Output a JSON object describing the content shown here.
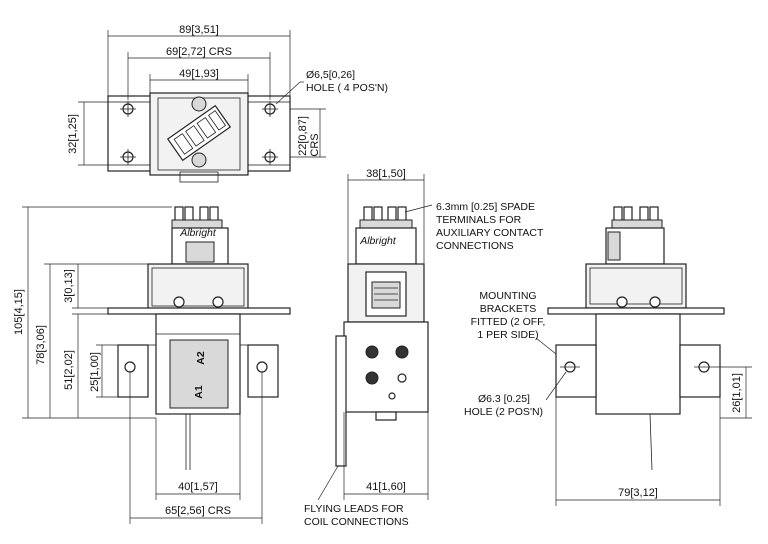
{
  "dimensions": {
    "top_overall_width": "89[3,51]",
    "top_hole_crs": "69[2,72] CRS",
    "top_inner_width": "49[1,93]",
    "top_left_height": "32[1,25]",
    "top_right_height": "22[0,87]",
    "top_right_height_unit": "CRS",
    "front_total_height": "105[4,15]",
    "front_body_height": "78[3,06]",
    "front_lower_height": "51[2,02]",
    "front_bracket_height": "25[1,00]",
    "front_top_offset": "3[0,13]",
    "front_coil_width": "40[1,57]",
    "front_bracket_crs": "65[2,56] CRS",
    "side_top_width": "38[1,50]",
    "side_bottom_width": "41[1,60]",
    "right_overall_width": "79[3,12]",
    "right_hole_height": "26[1,01]"
  },
  "notes": {
    "hole4_line1": "Ø6,5[0,26]",
    "hole4_line2": "HOLE ( 4 POS'N)",
    "spade_line1": "6.3mm [0.25] SPADE",
    "spade_line2": "TERMINALS FOR",
    "spade_line3": "AUXILIARY CONTACT",
    "spade_line4": "CONNECTIONS",
    "bracket_line1": "MOUNTING",
    "bracket_line2": "BRACKETS",
    "bracket_line3": "FITTED (2 OFF,",
    "bracket_line4": "1 PER SIDE)",
    "hole2_line1": "Ø6.3 [0.25]",
    "hole2_line2": "HOLE (2 POS'N)",
    "leads_line1": "FLYING LEADS FOR",
    "leads_line2": "COIL CONNECTIONS"
  },
  "labels": {
    "terminal_a1": "A1",
    "terminal_a2": "A2",
    "brand": "Albright"
  }
}
